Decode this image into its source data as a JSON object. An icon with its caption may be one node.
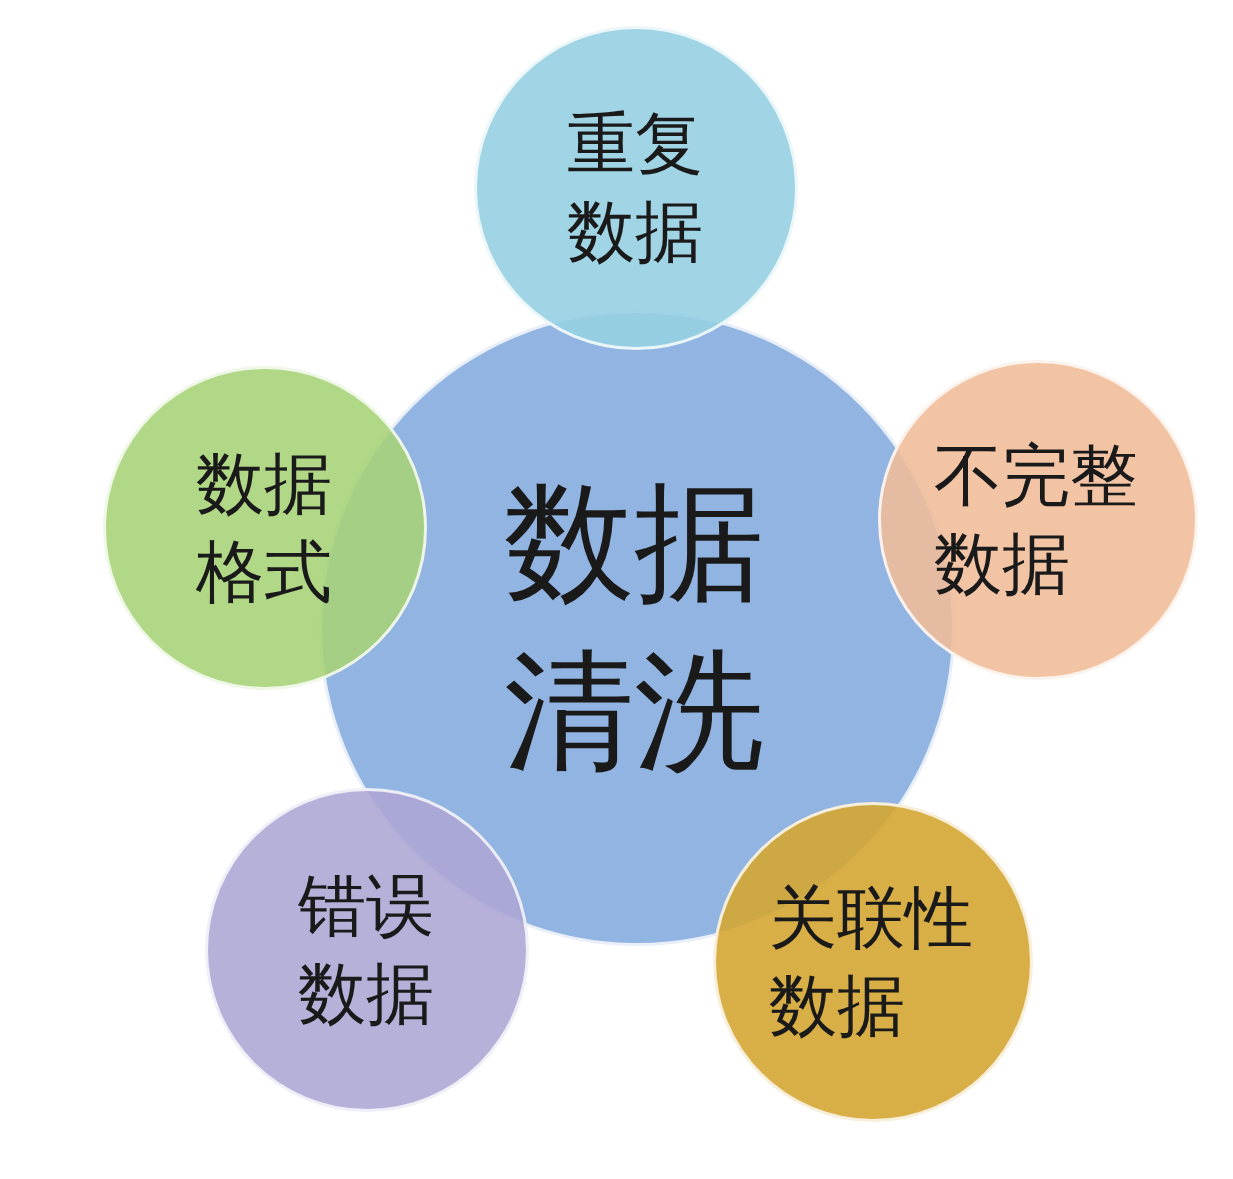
{
  "diagram": {
    "nodes": [
      {
        "text": [
          "重复数据"
        ]
      },
      {
        "text": [
          "数据格式"
        ]
      },
      {
        "text": [
          "数据清洗"
        ]
      },
      {
        "text": [
          "不完整数据"
        ]
      },
      {
        "text": [
          "错误数据"
        ]
      },
      {
        "text": [
          "关联性数据"
        ]
      }
    ]
  }
}
